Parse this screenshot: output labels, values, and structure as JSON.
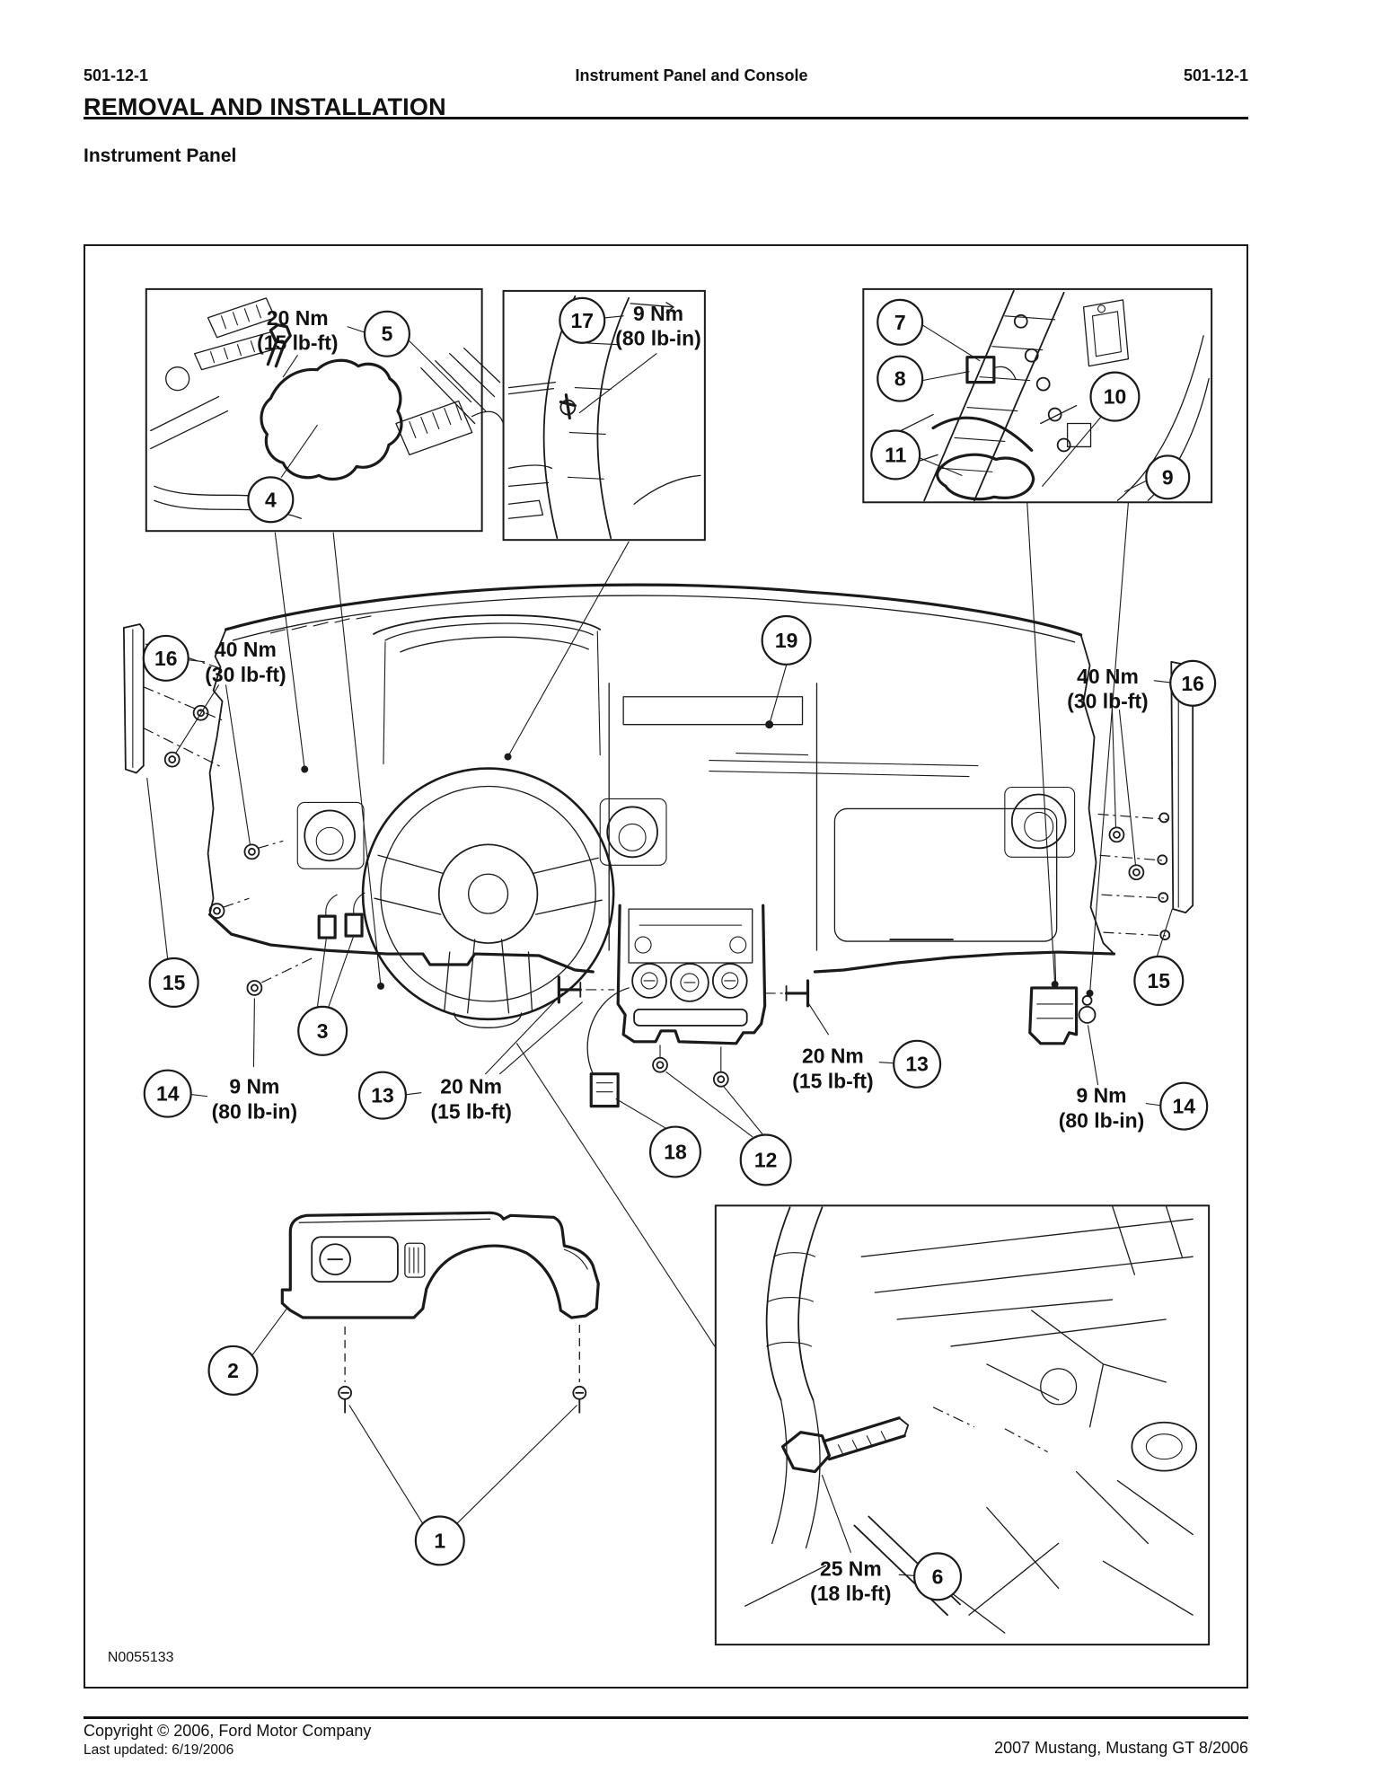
{
  "page": {
    "header": {
      "left_code": "501-12-1",
      "center_title": "Instrument Panel and Console",
      "right_code": "501-12-1"
    },
    "section_title": "REMOVAL AND INSTALLATION",
    "subsection_title": "Instrument Panel",
    "footer": {
      "copyright_line": "Copyright © 2006, Ford Motor Company",
      "updated_line": "Last updated: 6/19/2006",
      "model_line": "2007 Mustang, Mustang GT 8/2006"
    }
  },
  "figure": {
    "reference_code": "N0055133",
    "callouts": {
      "c1": "1",
      "c2": "2",
      "c3": "3",
      "c4": "4",
      "c5": "5",
      "c6": "6",
      "c7": "7",
      "c8": "8",
      "c9": "9",
      "c10": "10",
      "c11": "11",
      "c12": "12",
      "c13_left": "13",
      "c13_right": "13",
      "c14_left": "14",
      "c14_right": "14",
      "c15_left": "15",
      "c15_right": "15",
      "c16_left": "16",
      "c16_right": "16",
      "c17": "17",
      "c18": "18",
      "c19": "19"
    },
    "torque_labels": {
      "ignition_bolt": {
        "line1": "20 Nm",
        "line2": "(15 lb-ft)"
      },
      "cowl_top_nut": {
        "line1": "9 Nm",
        "line2": "(80 lb-in)"
      },
      "side_bolts_left": {
        "line1": "40 Nm",
        "line2": "(30 lb-ft)"
      },
      "side_bolts_right": {
        "line1": "40 Nm",
        "line2": "(30 lb-ft)"
      },
      "lower_left_screw": {
        "line1": "9 Nm",
        "line2": "(80 lb-in)"
      },
      "lower_center_left_bolts": {
        "line1": "20 Nm",
        "line2": "(15 lb-ft)"
      },
      "lower_center_right_bolts": {
        "line1": "20 Nm",
        "line2": "(15 lb-ft)"
      },
      "lower_right_screw": {
        "line1": "9 Nm",
        "line2": "(80 lb-in)"
      },
      "column_bolt": {
        "line1": "25 Nm",
        "line2": "(18 lb-ft)"
      }
    }
  }
}
